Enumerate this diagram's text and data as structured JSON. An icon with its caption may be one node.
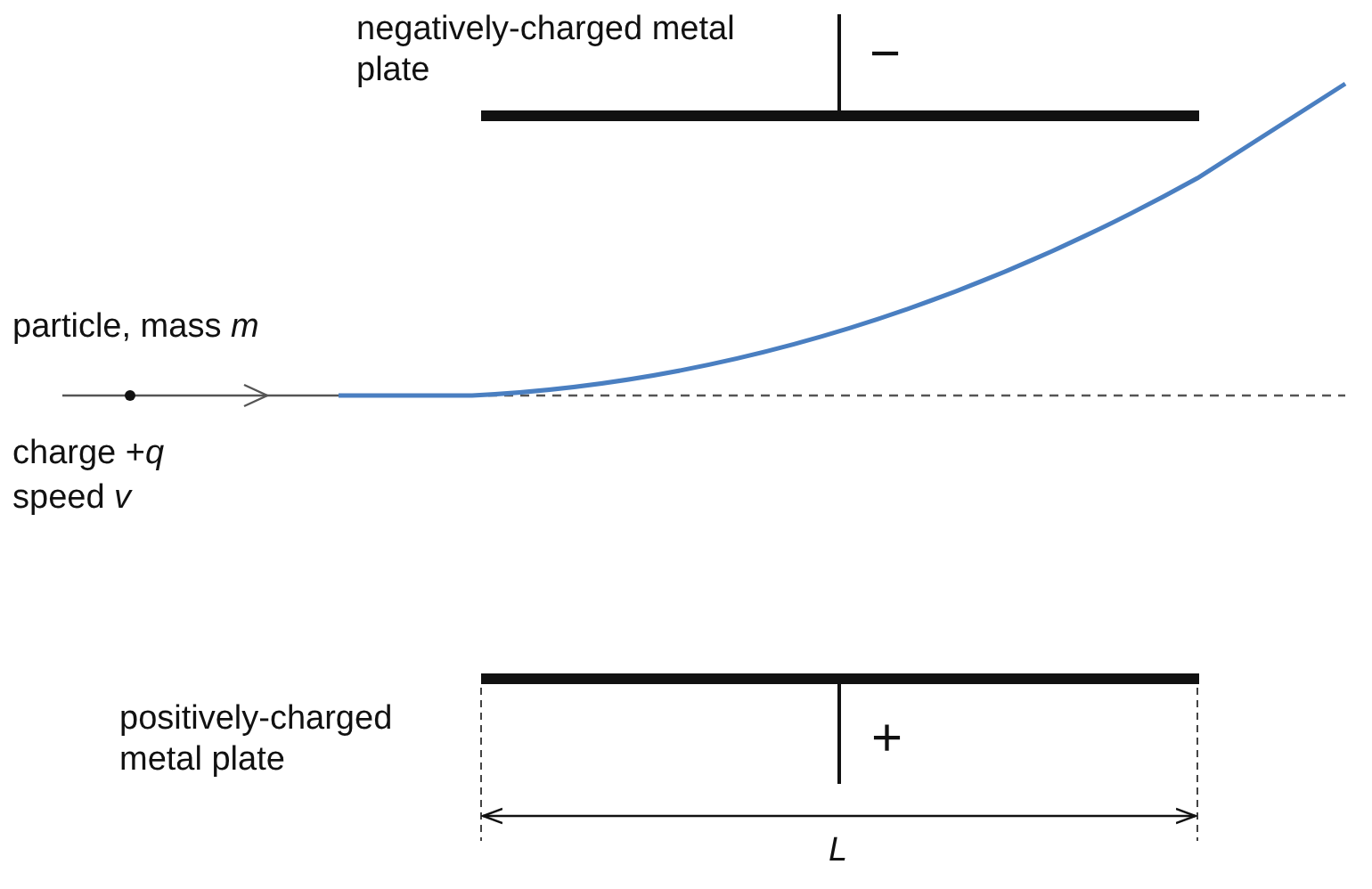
{
  "diagram": {
    "labels": [
      "negatively-charged metal plate",
      "−",
      "particle, mass *m*",
      "charge +*q*",
      "speed *v*",
      "positively-charged metal plate",
      "+",
      "*L*"
    ]
  }
}
